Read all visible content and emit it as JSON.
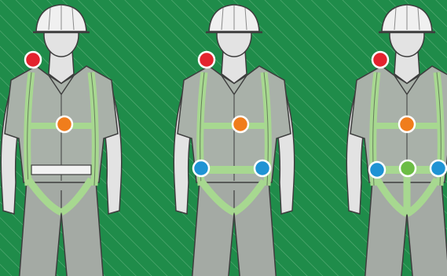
{
  "scene": {
    "background_color": "#1f8c4a",
    "stripe_color": "#8cc9a0",
    "skin_color": "#e3e3e3",
    "shirt_color": "#a9b1a9",
    "pants_color": "#a4aaa4",
    "harness_color": "#a7d890",
    "outline_color": "#3d3d3d"
  },
  "legend_colors": {
    "red": "#e3232e",
    "orange": "#f07d1c",
    "blue": "#1f93d4",
    "green": "#6cbd45"
  },
  "figures": [
    {
      "id": "figure-1",
      "harness": "chest-and-dorsal",
      "markers": [
        {
          "kind": "dorsal-attachment-point",
          "color": "red"
        },
        {
          "kind": "chest-attachment-point",
          "color": "orange"
        }
      ]
    },
    {
      "id": "figure-2",
      "harness": "chest-dorsal-and-hip",
      "markers": [
        {
          "kind": "dorsal-attachment-point",
          "color": "red"
        },
        {
          "kind": "chest-attachment-point",
          "color": "orange"
        },
        {
          "kind": "left-hip-attachment-point",
          "color": "blue"
        },
        {
          "kind": "right-hip-attachment-point",
          "color": "blue"
        }
      ]
    },
    {
      "id": "figure-3",
      "harness": "chest-dorsal-hip-and-ventral",
      "markers": [
        {
          "kind": "dorsal-attachment-point",
          "color": "red"
        },
        {
          "kind": "chest-attachment-point",
          "color": "orange"
        },
        {
          "kind": "left-hip-attachment-point",
          "color": "blue"
        },
        {
          "kind": "ventral-attachment-point",
          "color": "green"
        },
        {
          "kind": "right-hip-attachment-point",
          "color": "blue"
        }
      ]
    }
  ]
}
